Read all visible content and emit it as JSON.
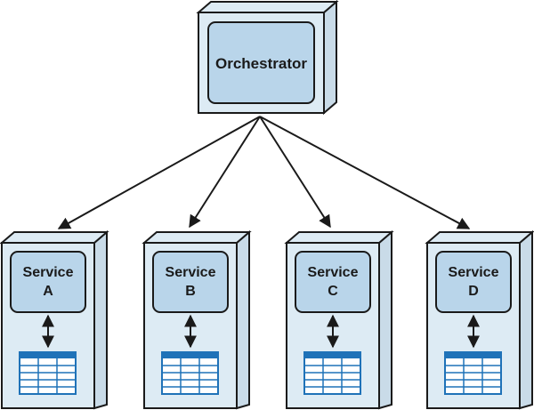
{
  "colors": {
    "box_fill": "#ddebf4",
    "box_side": "#c9dbe8",
    "panel_fill": "#b9d5ea",
    "stroke": "#1a1a1a",
    "table_header": "#1f72b8",
    "table_cell": "#ffffff"
  },
  "orchestrator": {
    "label": "Orchestrator"
  },
  "services": [
    {
      "line1": "Service",
      "line2": "A"
    },
    {
      "line1": "Service",
      "line2": "B"
    },
    {
      "line1": "Service",
      "line2": "C"
    },
    {
      "line1": "Service",
      "line2": "D"
    }
  ]
}
